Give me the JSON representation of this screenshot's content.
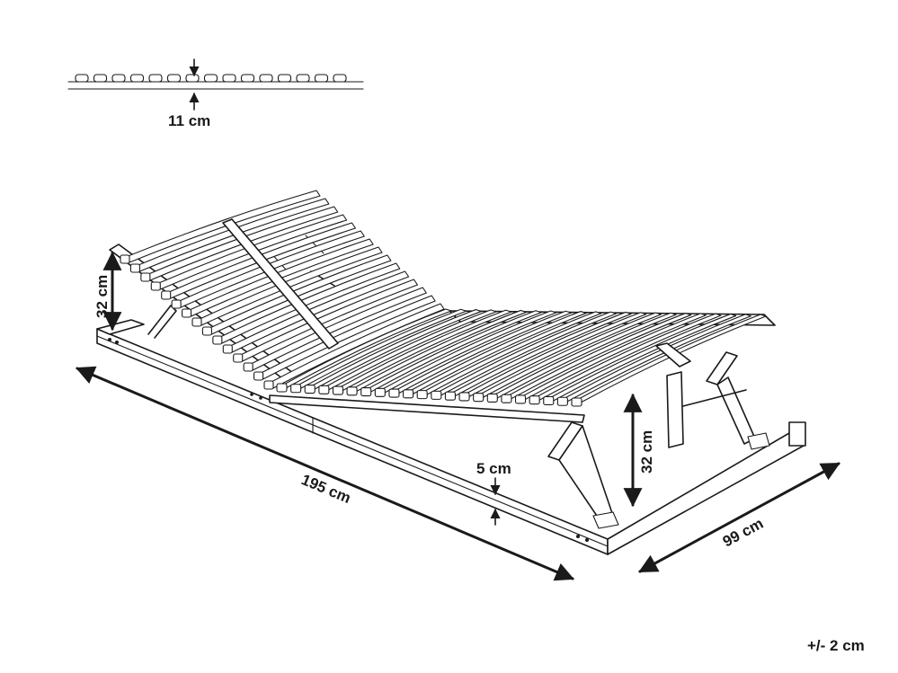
{
  "diagram": {
    "labels": {
      "slat_spacing": "11 cm",
      "length": "195 cm",
      "width": "99 cm",
      "head_raise": "32 cm",
      "foot_raise": "32 cm",
      "frame_height": "5 cm",
      "tolerance": "+/- 2 cm"
    },
    "slat_detail_count": 15,
    "head_slat_count": 15,
    "body_slat_count": 22,
    "colors": {
      "ink": "#1a1a1a",
      "paper": "#ffffff"
    }
  }
}
